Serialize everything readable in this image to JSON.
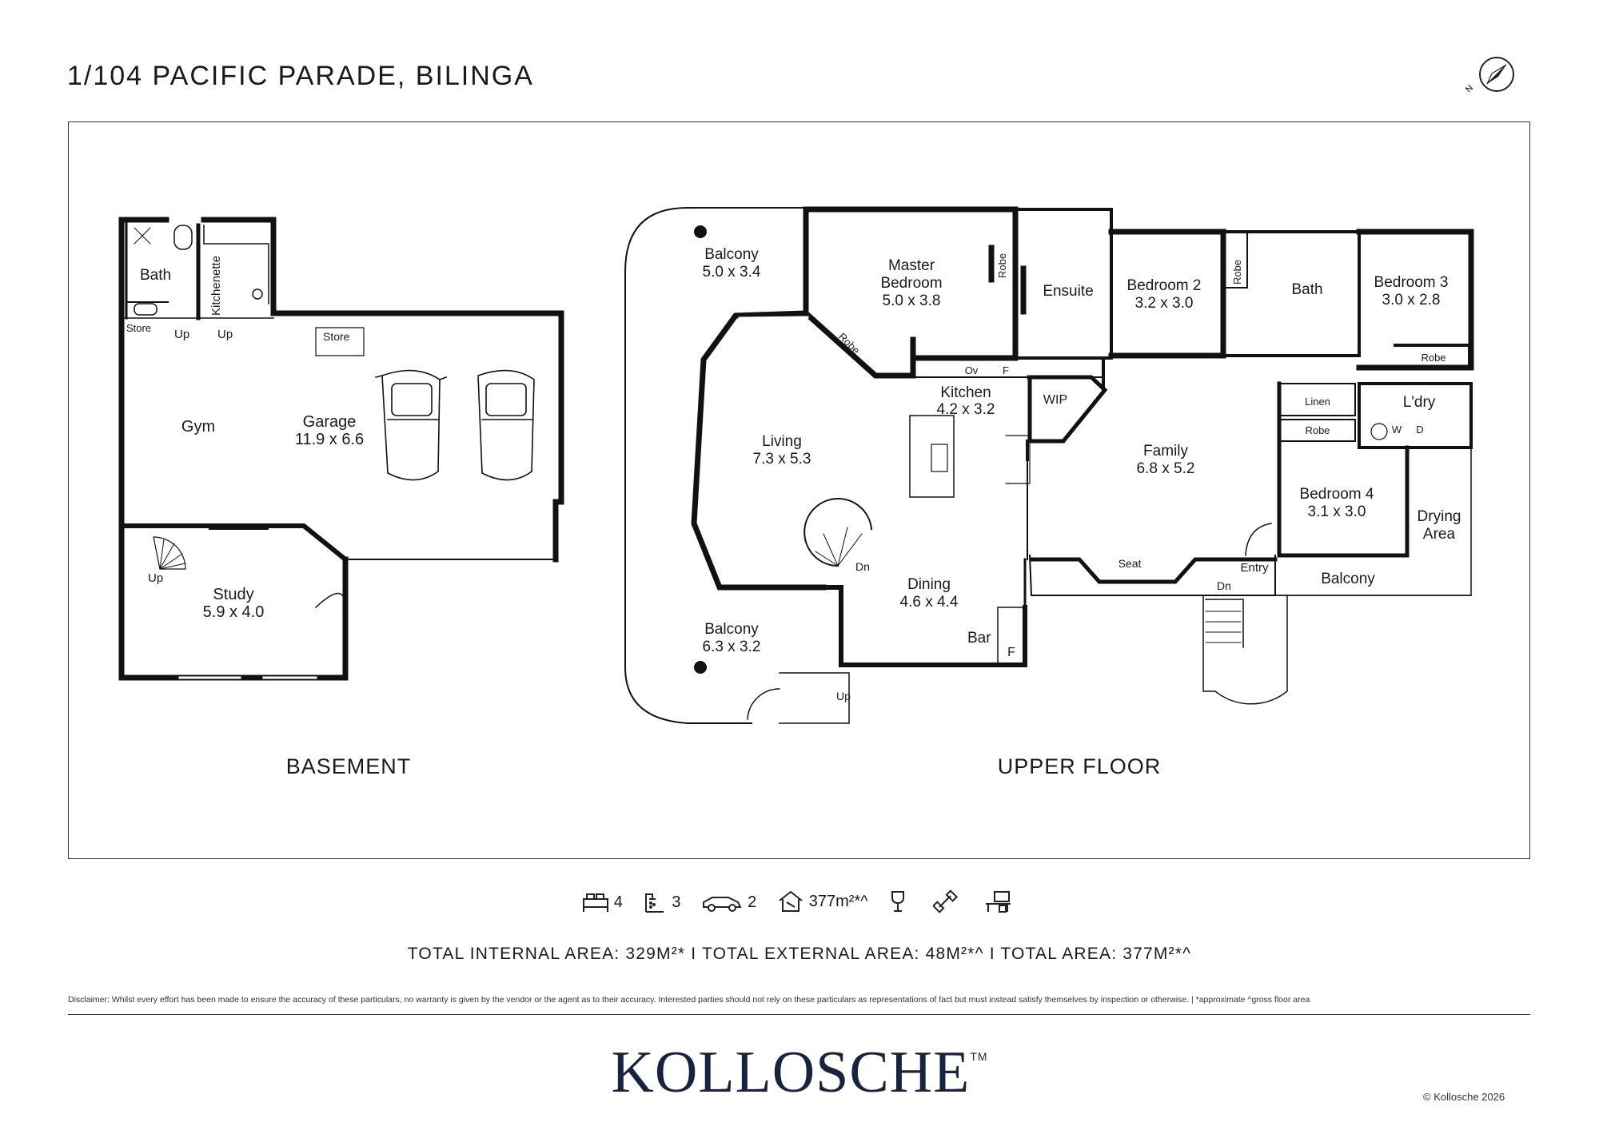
{
  "title": "1/104 PACIFIC PARADE, BILINGA",
  "compass": {
    "icon": "compass-icon",
    "letter": "N"
  },
  "basement": {
    "label": "BASEMENT",
    "rooms": {
      "bath": "Bath",
      "kitchenette": "Kitchenette",
      "store1": "Store",
      "store2": "Store",
      "up1": "Up",
      "up2": "Up",
      "gym": "Gym",
      "garage": "Garage",
      "garage_dim": "11.9 x 6.6",
      "study": "Study",
      "study_dim": "5.9 x 4.0",
      "study_up": "Up"
    }
  },
  "upper": {
    "label": "UPPER FLOOR",
    "rooms": {
      "balcony1": "Balcony",
      "balcony1_dim": "5.0 x 3.4",
      "master": "Master",
      "master2": "Bedroom",
      "master_dim": "5.0 x 3.8",
      "robe_m": "Robe",
      "robe_diag": "Robe",
      "ensuite": "Ensuite",
      "bed2": "Bedroom 2",
      "bed2_dim": "3.2 x 3.0",
      "robe2": "Robe",
      "bath": "Bath",
      "bed3": "Bedroom 3",
      "bed3_dim": "3.0 x 2.8",
      "robe3": "Robe",
      "kitchen": "Kitchen",
      "kitchen_dim": "4.2 x 3.2",
      "ov": "Ov",
      "f1": "F",
      "wip": "WIP",
      "living": "Living",
      "living_dim": "7.3 x 5.3",
      "family": "Family",
      "family_dim": "6.8 x 5.2",
      "linen": "Linen",
      "laundry": "L'dry",
      "w": "W",
      "d": "D",
      "robe4": "Robe",
      "bed4": "Bedroom 4",
      "bed4_dim": "3.1 x 3.0",
      "drying": "Drying",
      "drying2": "Area",
      "dining": "Dining",
      "dining_dim": "4.6 x 4.4",
      "dn1": "Dn",
      "bar": "Bar",
      "f2": "F",
      "balcony2": "Balcony",
      "balcony2_dim": "6.3 x 3.2",
      "up": "Up",
      "seat": "Seat",
      "entry": "Entry",
      "dn2": "Dn",
      "balcony3": "Balcony"
    }
  },
  "features": [
    {
      "icon": "bed-icon",
      "value": "4"
    },
    {
      "icon": "shower-icon",
      "value": "3"
    },
    {
      "icon": "car-icon",
      "value": "2"
    },
    {
      "icon": "house-area-icon",
      "value": "377m²*^"
    },
    {
      "icon": "wine-glass-icon",
      "value": ""
    },
    {
      "icon": "dumbbell-icon",
      "value": ""
    },
    {
      "icon": "study-desk-icon",
      "value": ""
    }
  ],
  "areas": "TOTAL INTERNAL AREA: 329M²*   I   TOTAL EXTERNAL AREA: 48M²*^   I   TOTAL  AREA: 377M²*^",
  "disclaimer": "Disclaimer: Whilst every effort has been made to ensure the accuracy of these particulars, no warranty is given by the vendor or the agent as to their accuracy. Interested parties should not rely on these particulars as representations of fact but must instead satisfy themselves by inspection or otherwise.  |  *approximate ^gross floor area",
  "logo": {
    "text": "KOLLOSCHE",
    "tm": "TM"
  },
  "copyright": "© Kollosche 2026",
  "colors": {
    "wall": "#111111",
    "logo": "#17233f"
  }
}
